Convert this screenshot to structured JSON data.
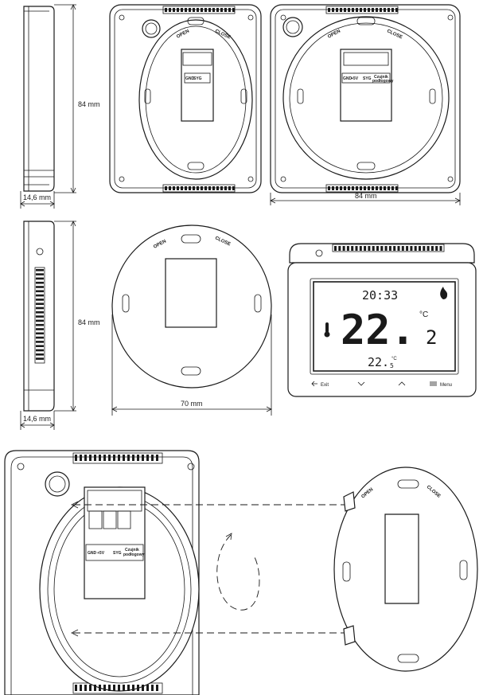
{
  "dimensions": {
    "depth": "14,6 mm",
    "height": "84 mm",
    "width": "84 mm",
    "plate_diameter": "70 mm"
  },
  "plate_labels": {
    "open": "OPEN",
    "close": "CLOSE"
  },
  "terminals": {
    "t1": "GND",
    "t2": "+5V",
    "t3": "SYG",
    "t4a": "Czujnik",
    "t4b": "podłogowy"
  },
  "display": {
    "time": "20:33",
    "temp_main": "22.",
    "temp_decimal": "2",
    "temp_unit": "°C",
    "temp_secondary": "22.",
    "temp_secondary_decimal": "5",
    "temp_secondary_unit": "°C",
    "flame_icon": "flame-icon",
    "thermometer_icon": "thermometer-icon"
  },
  "buttons": {
    "exit_label": "Exit",
    "menu_label": "Menu",
    "exit_icon": "back-arrow-icon",
    "down_icon": "chevron-down-icon",
    "up_icon": "chevron-up-icon",
    "menu_icon": "menu-lines-icon"
  }
}
